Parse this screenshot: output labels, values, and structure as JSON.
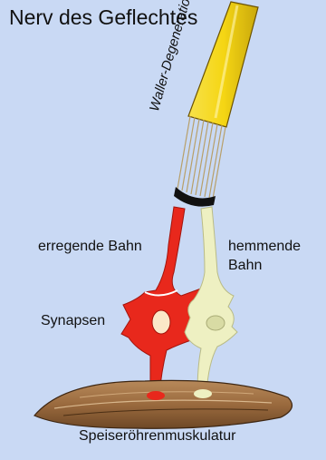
{
  "labels": {
    "title": "Nerv des Geflechtes",
    "degeneration": "Waller-Degeneration",
    "excitatory_path": "erregende Bahn",
    "inhibitory_path_line1": "hemmende",
    "inhibitory_path_line2": "Bahn",
    "synapses": "Synapsen",
    "muscle": "Speiseröhrenmuskulatur"
  },
  "colors": {
    "background": "#c9d9f4",
    "nerve_sheath": "#f5d614",
    "excitatory_neuron": "#e8281c",
    "inhibitory_neuron": "#eef0c2",
    "muscle": "#9a6a3e"
  }
}
